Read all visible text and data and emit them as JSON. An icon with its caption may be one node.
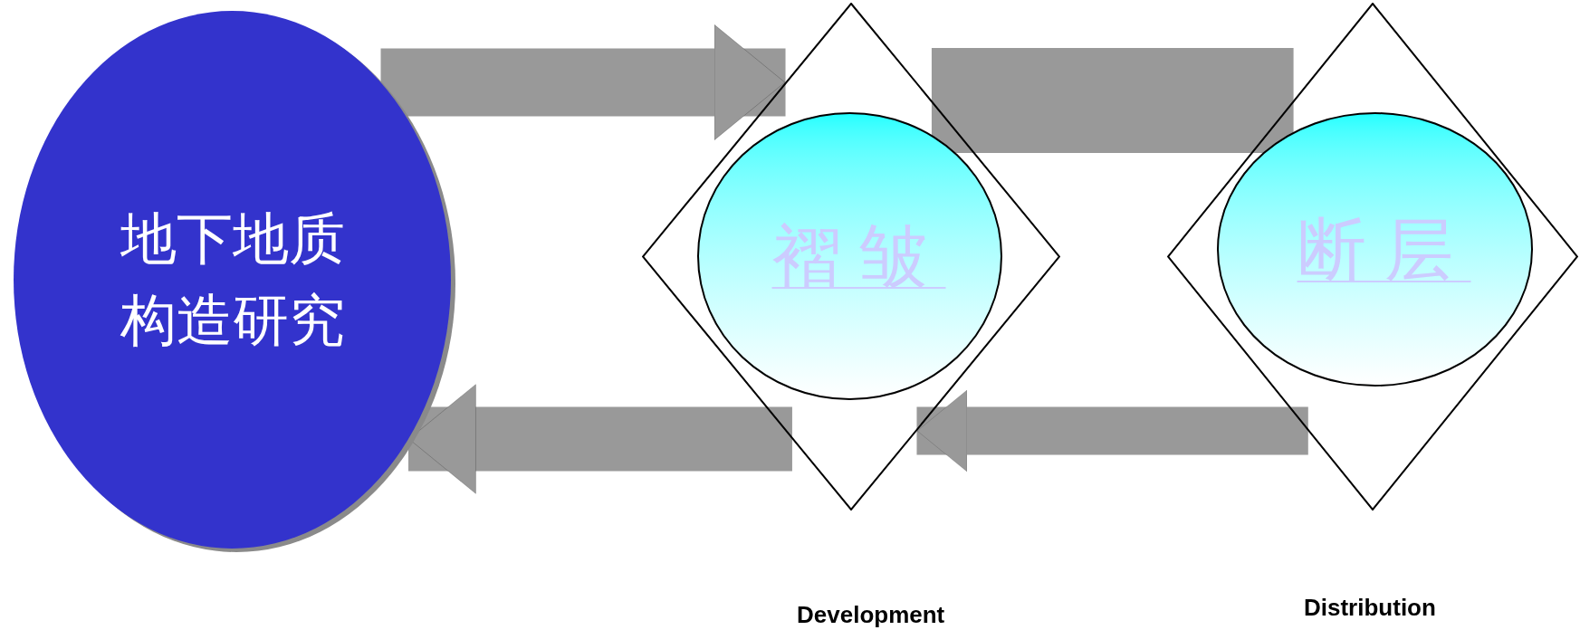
{
  "diagram": {
    "nodes": [
      {
        "text": [
          "地下地质构造研究"
        ]
      },
      {
        "text": [],
        "shape": "diamond"
      },
      {
        "text": [
          "褶皱"
        ],
        "in": 1
      },
      {
        "text": [],
        "shape": "diamond"
      },
      {
        "text": [
          "断层"
        ],
        "in": 3
      }
    ],
    "edges": [
      {
        "from": 0,
        "to": 1,
        "arrow": "to"
      },
      {
        "from": 1,
        "to": 3,
        "arrow": "none"
      },
      {
        "from": 3,
        "to": 1,
        "arrow": "to"
      },
      {
        "from": 1,
        "to": 0,
        "arrow": "to"
      }
    ],
    "labels": [
      "Development",
      "Distribution"
    ]
  }
}
